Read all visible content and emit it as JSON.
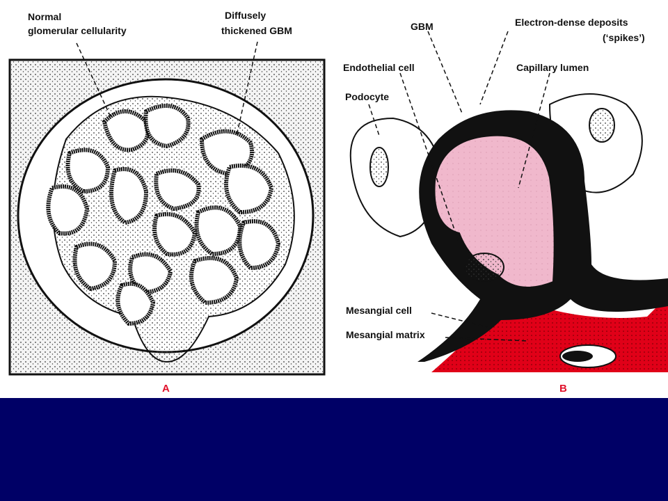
{
  "panel_a": {
    "label_normal_line1": "Normal",
    "label_normal_line2": "glomerular cellularity",
    "label_gbm_line1": "Diffusely",
    "label_gbm_line2": "thickened GBM",
    "panel_letter": "A"
  },
  "panel_b": {
    "gbm": "GBM",
    "deposits_line1": "Electron-dense deposits",
    "deposits_line2": "(‘spikes’)",
    "endothelial": "Endothelial cell",
    "capillary": "Capillary lumen",
    "podocyte": "Podocyte",
    "mesangial_cell": "Mesangial cell",
    "mesangial_matrix": "Mesangial matrix",
    "panel_letter": "B"
  },
  "colors": {
    "lumen_pink": "#f0b8cc",
    "mesangium_red": "#e00018",
    "bottom_bar": "#000066",
    "letter_red": "#e0102a"
  }
}
